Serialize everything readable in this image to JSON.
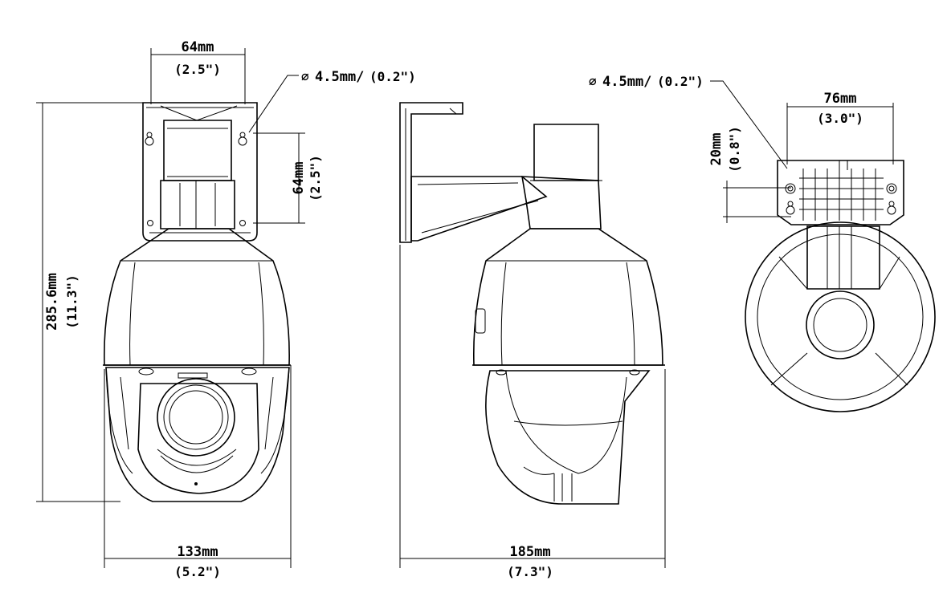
{
  "front_view": {
    "top_hole_spacing": {
      "mm": "64mm",
      "inch": "(2.5\")"
    },
    "hole_diameter": {
      "mm": "4.5mm/",
      "inch": "(0.2\")"
    },
    "side_hole_spacing": {
      "mm": "64mm",
      "inch": "(2.5\")"
    },
    "height": {
      "mm": "285.6mm",
      "inch": "(11.3\")"
    },
    "width": {
      "mm": "133mm",
      "inch": "(5.2\")"
    }
  },
  "side_view": {
    "depth": {
      "mm": "185mm",
      "inch": "(7.3\")"
    }
  },
  "bottom_view": {
    "hole_diameter": {
      "mm": "4.5mm/",
      "inch": "(0.2\")"
    },
    "hole_spacing_width": {
      "mm": "76mm",
      "inch": "(3.0\")"
    },
    "hole_spacing_height": {
      "mm": "20mm",
      "inch": "(0.8\")"
    }
  }
}
